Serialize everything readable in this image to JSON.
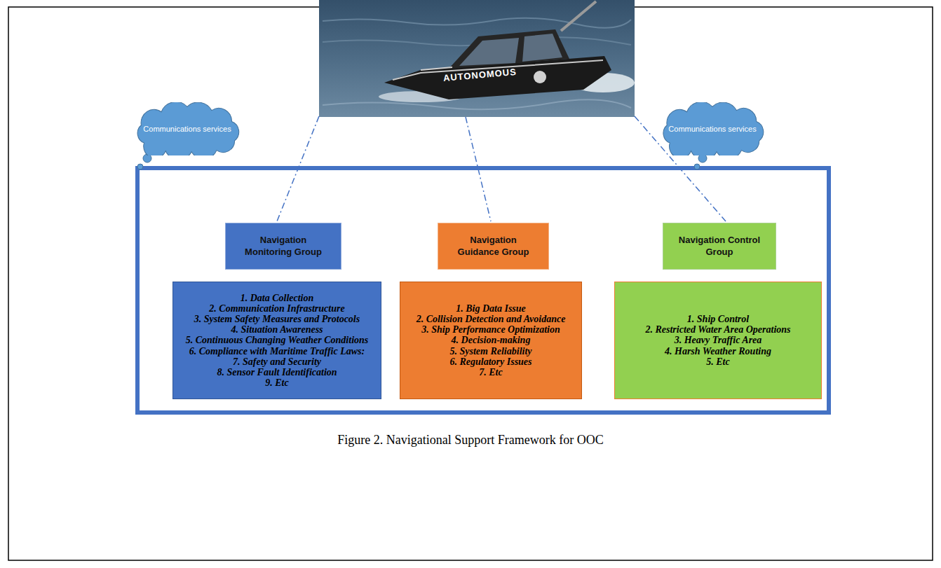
{
  "diagram": {
    "caption": "Figure 2. Navigational Support Framework for OOC",
    "nodes": [
      {
        "text": [
          "Communications services"
        ]
      },
      {
        "text": [
          "Communications services"
        ]
      },
      {
        "text": [
          "Navigation Monitoring Group"
        ]
      },
      {
        "text": [
          "1. Data Collection",
          "2. Communication Infrastructure",
          "3. System Safety Measures and Protocols",
          "4. Situation Awareness",
          "5. Continuous Changing Weather Conditions",
          "6. Compliance with Maritime Traffic Laws:",
          "7. Safety and Security",
          "8. Sensor Fault Identification",
          "9. Etc"
        ]
      },
      {
        "text": [
          "Navigation Guidance Group"
        ]
      },
      {
        "text": [
          "1. Big Data Issue",
          "2. Collision Detection and Avoidance",
          "3. Ship Performance Optimization",
          "4. Decision-making",
          "5. System Reliability",
          "6. Regulatory Issues",
          "7. Etc"
        ]
      },
      {
        "text": [
          "Navigation Control Group"
        ]
      },
      {
        "text": [
          "1. Ship Control",
          "2. Restricted Water Area Operations",
          "3. Heavy Traffic Area",
          "4. Harsh Weather Routing",
          "5. Etc"
        ]
      }
    ],
    "labels": [
      "AUTONOMOUS"
    ]
  }
}
